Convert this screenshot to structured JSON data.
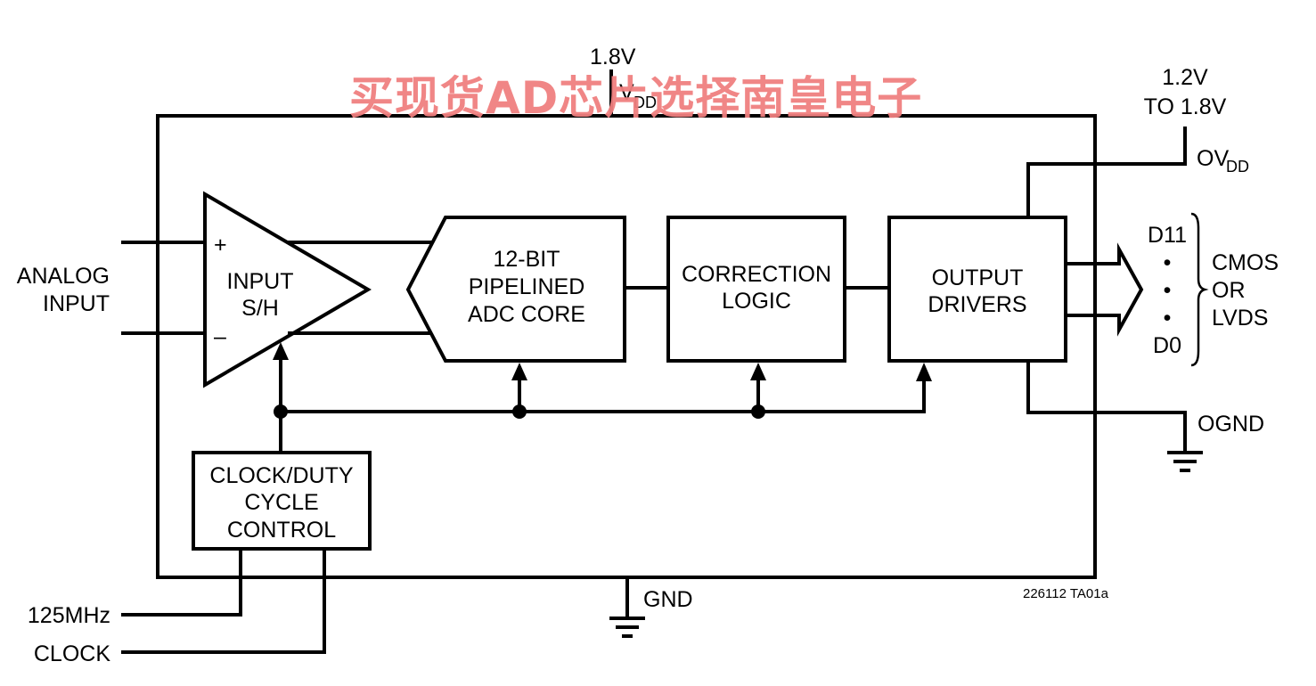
{
  "supply": {
    "vdd_voltage": "1.8V",
    "vdd_label": "V",
    "vdd_sub": "DD",
    "ovdd_range_line1": "1.2V",
    "ovdd_range_line2": "TO 1.8V",
    "ovdd_label": "OV",
    "ovdd_sub": "DD",
    "gnd_label": "GND",
    "ognd_label": "OGND"
  },
  "inputs": {
    "analog_line1": "ANALOG",
    "analog_line2": "INPUT",
    "plus": "+",
    "minus": "–",
    "clock_freq": "125MHz",
    "clock_label": "CLOCK"
  },
  "blocks": {
    "sh_line1": "INPUT",
    "sh_line2": "S/H",
    "adc_line1": "12-BIT",
    "adc_line2": "PIPELINED",
    "adc_line3": "ADC CORE",
    "corr_line1": "CORRECTION",
    "corr_line2": "LOGIC",
    "out_line1": "OUTPUT",
    "out_line2": "DRIVERS",
    "clk_line1": "CLOCK/DUTY",
    "clk_line2": "CYCLE",
    "clk_line3": "CONTROL"
  },
  "outputs": {
    "msb": "D11",
    "dot": "•",
    "lsb": "D0",
    "fmt_line1": "CMOS",
    "fmt_line2": "OR",
    "fmt_line3": "LVDS"
  },
  "figure_id": "226112 TA01a",
  "watermark": "买现货AD芯片选择南皇电子"
}
